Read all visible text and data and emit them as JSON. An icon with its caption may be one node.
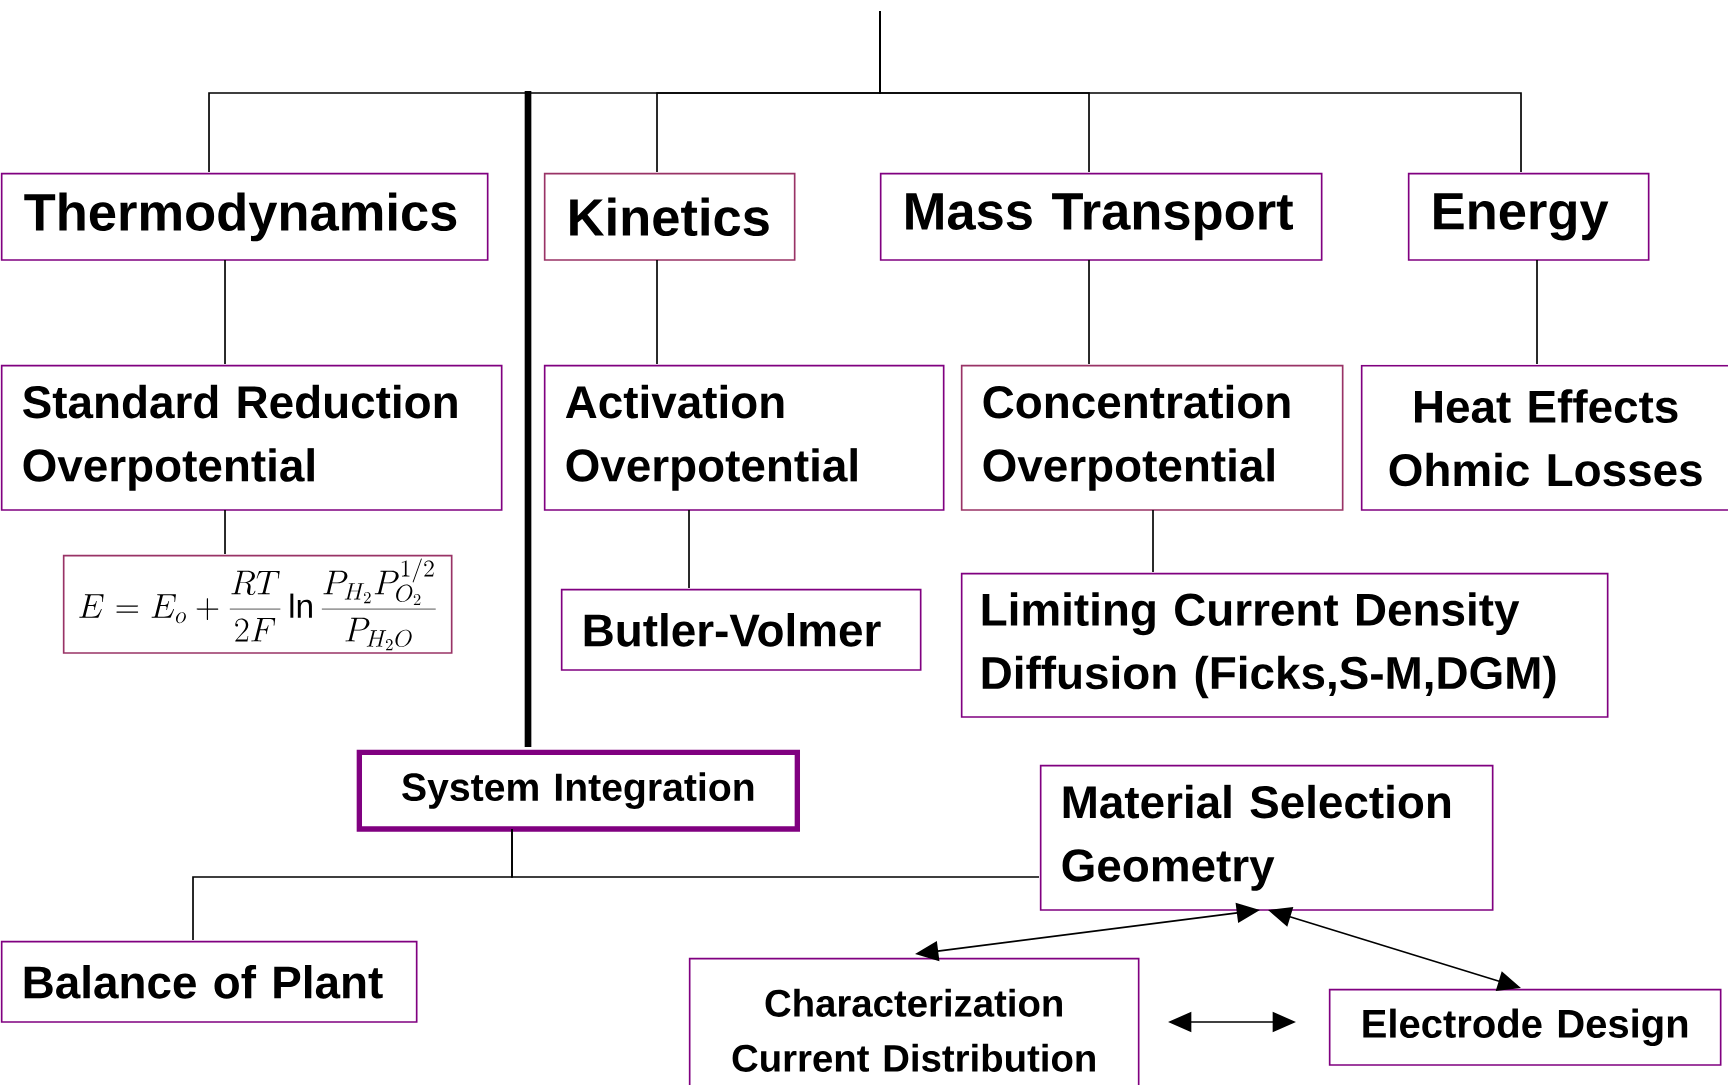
{
  "diagram": {
    "nodes": [
      {
        "text": [
          "Thermodynamics"
        ]
      },
      {
        "text": [
          "Kinetics"
        ]
      },
      {
        "text": [
          "Mass Transport"
        ]
      },
      {
        "text": [
          "Energy"
        ]
      },
      {
        "text": [
          "Standard Reduction Overpotential"
        ]
      },
      {
        "text": [
          "Activation Overpotential"
        ]
      },
      {
        "text": [
          "Concentration Overpotential"
        ]
      },
      {
        "text": [
          "Heat Effects",
          "Ohmic Losses"
        ]
      },
      {
        "text": [
          "E = E_o + \\frac{RT}{2F} \\ln \\frac{P_{H_2} P_{O_2}^{1/2}}{P_{H_2O}}"
        ]
      },
      {
        "text": [
          "Butler-Volmer"
        ]
      },
      {
        "text": [
          "Limiting Current Density",
          "Diffusion (Ficks,S-M,DGM)"
        ]
      },
      {
        "text": [
          "System Integration"
        ]
      },
      {
        "text": [
          "Material Selection",
          "Geometry"
        ]
      },
      {
        "text": [
          "Balance of Plant"
        ]
      },
      {
        "text": [
          "Characterization",
          "Current Distribution"
        ]
      },
      {
        "text": [
          "Electrode Design"
        ]
      }
    ],
    "edges": [
      {
        "from": null,
        "to": 0,
        "arrow": "none"
      },
      {
        "from": null,
        "to": 1,
        "arrow": "none"
      },
      {
        "from": null,
        "to": 2,
        "arrow": "none"
      },
      {
        "from": null,
        "to": 3,
        "arrow": "none"
      },
      {
        "from": null,
        "to": 11,
        "arrow": "none",
        "style": "thick"
      },
      {
        "from": 0,
        "to": 4,
        "arrow": "none"
      },
      {
        "from": 1,
        "to": 5,
        "arrow": "none"
      },
      {
        "from": 2,
        "to": 6,
        "arrow": "none"
      },
      {
        "from": 3,
        "to": 7,
        "arrow": "none"
      },
      {
        "from": 4,
        "to": 8,
        "arrow": "none"
      },
      {
        "from": 5,
        "to": 9,
        "arrow": "none"
      },
      {
        "from": 6,
        "to": 10,
        "arrow": "none"
      },
      {
        "from": 11,
        "to": 13,
        "arrow": "none"
      },
      {
        "from": 11,
        "to": 12,
        "arrow": "none"
      },
      {
        "from": 14,
        "to": 12,
        "arrow": "both"
      },
      {
        "from": 12,
        "to": 15,
        "arrow": "both"
      },
      {
        "from": 14,
        "to": 15,
        "arrow": "both"
      }
    ]
  }
}
